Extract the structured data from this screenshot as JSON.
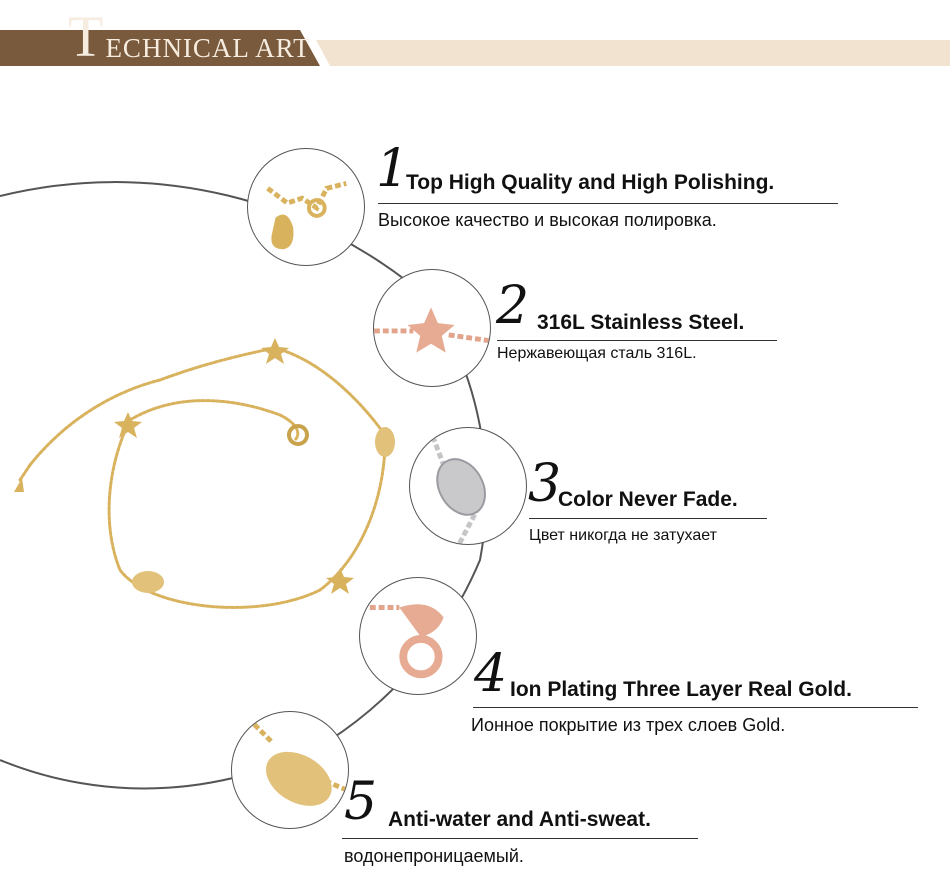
{
  "banner": {
    "initial": "T",
    "rest": "ECHNICAL ART"
  },
  "features": [
    {
      "num": "1",
      "title": "Top High Quality and High Polishing.",
      "subtitle": "Высокое качество и высокая полировка.",
      "icon": "drop-pendant-icon"
    },
    {
      "num": "2",
      "title": "316L Stainless Steel.",
      "subtitle": "Нержавеющая сталь 316L.",
      "icon": "star-charm-icon"
    },
    {
      "num": "3",
      "title": "Color Never Fade.",
      "subtitle": "Цвет никогда не затухает",
      "icon": "oval-link-icon"
    },
    {
      "num": "4",
      "title": "Ion Plating Three Layer Real Gold.",
      "subtitle": "Ионное покрытие из трех слоев  Gold.",
      "icon": "lobster-clasp-icon"
    },
    {
      "num": "5",
      "title": "Anti-water and Anti-sweat.",
      "subtitle": "водонепроницаемый.",
      "icon": "oval-tag-icon"
    }
  ],
  "colors": {
    "banner": "#7a5a3c",
    "strip": "#f1e3cf",
    "gold": "#d9b25e",
    "rose": "#e2a48a",
    "silver": "#c5c5c8"
  }
}
